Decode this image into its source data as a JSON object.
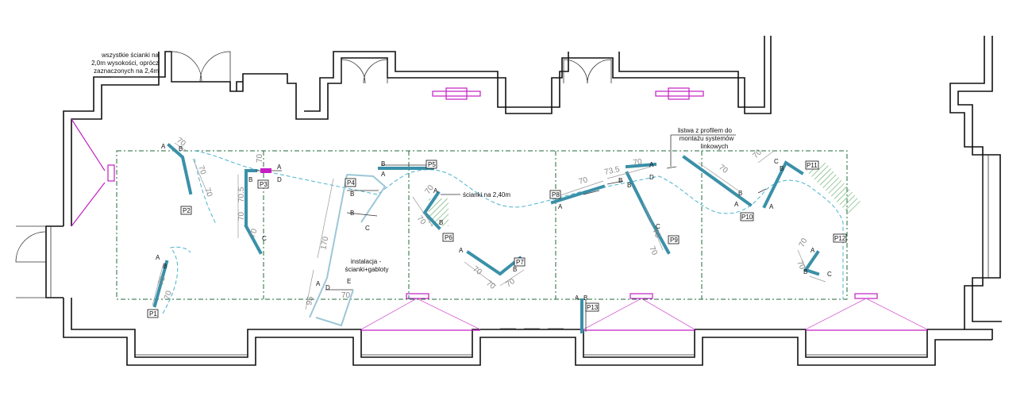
{
  "notes": {
    "heights_line1": "wszystkie ścianki na",
    "heights_line2": "2,0m wysokości, oprócz",
    "heights_line3": "zaznaczonych na 2,4m",
    "listwa_line1": "listwa z profilem do",
    "listwa_line2": "montażu systemów",
    "listwa_line3": "linkowych",
    "walls_240": "ścianki na 2,40m",
    "installation_line1": "instalacja -",
    "installation_line2": "ścianki+gabloty"
  },
  "panels": [
    "P1",
    "P2",
    "P3",
    "P4",
    "P5",
    "P6",
    "P7",
    "P8",
    "P9",
    "P10",
    "P11",
    "P12",
    "P13"
  ],
  "points": [
    "A",
    "B",
    "C",
    "D",
    "E"
  ],
  "dimensions": {
    "d70": "70",
    "d705": "70.5",
    "d735": "73.5",
    "d170": "170",
    "d95": "95"
  },
  "colors": {
    "walls": "#111111",
    "panels": "#3a90a8",
    "route": "#4ab3cc",
    "grid": "#1f6b3a",
    "fixtures": "#c31fc3",
    "hatch": "#5ba860"
  }
}
